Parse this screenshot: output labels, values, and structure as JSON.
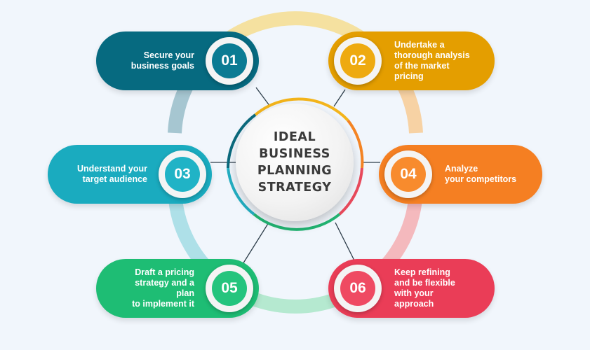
{
  "center": {
    "title": "IDEAL\nBUSINESS\nPLANNING\nSTRATEGY"
  },
  "steps": [
    {
      "number": "01",
      "text": "Secure your\nbusiness goals",
      "color": "#066a80",
      "badge_color": "#0b7b93"
    },
    {
      "number": "02",
      "text": "Undertake a\nthorough analysis\nof the market pricing",
      "color": "#e49e00",
      "badge_color": "#eeaa10"
    },
    {
      "number": "03",
      "text": "Understand your\ntarget audience",
      "color": "#1aabbf",
      "badge_color": "#20b3c6"
    },
    {
      "number": "04",
      "text": "Analyze\nyour competitors",
      "color": "#f57f22",
      "badge_color": "#f88b2d"
    },
    {
      "number": "05",
      "text": "Draft a pricing\nstrategy and a plan\nto implement it",
      "color": "#1ebd74",
      "badge_color": "#25c47d"
    },
    {
      "number": "06",
      "text": "Keep refining\nand be flexible\nwith your approach",
      "color": "#ea3d57",
      "badge_color": "#ef4a62"
    }
  ]
}
